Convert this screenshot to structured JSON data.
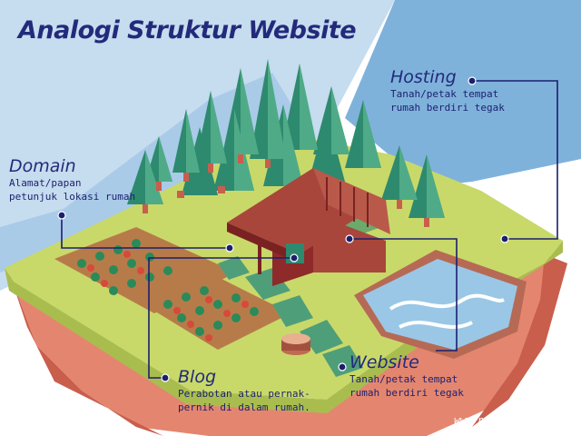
{
  "title": "Analogi Struktur Website",
  "labels": {
    "hosting": {
      "heading": "Hosting",
      "desc1": "Tanah/petak tempat",
      "desc2": "rumah berdiri tegak"
    },
    "domain": {
      "heading": "Domain",
      "desc1": "Alamat/papan",
      "desc2": "petunjuk lokasi rumah"
    },
    "blog": {
      "heading": "Blog",
      "desc1": "Perabotan atau pernak-",
      "desc2": "pernik di dalam rumah."
    },
    "website": {
      "heading": "Website",
      "desc1": "Tanah/petak tempat",
      "desc2": "rumah berdiri tegak"
    }
  },
  "footer_url": "www.nodiharahap.com",
  "colors": {
    "sky": "#7fb2db",
    "grass": "#c8d96a",
    "cliff": "#e4866f",
    "house": "#8e2a2a",
    "tree": "#2e8a6e",
    "water": "#9ac7e6",
    "ink": "#1b1f6e"
  }
}
